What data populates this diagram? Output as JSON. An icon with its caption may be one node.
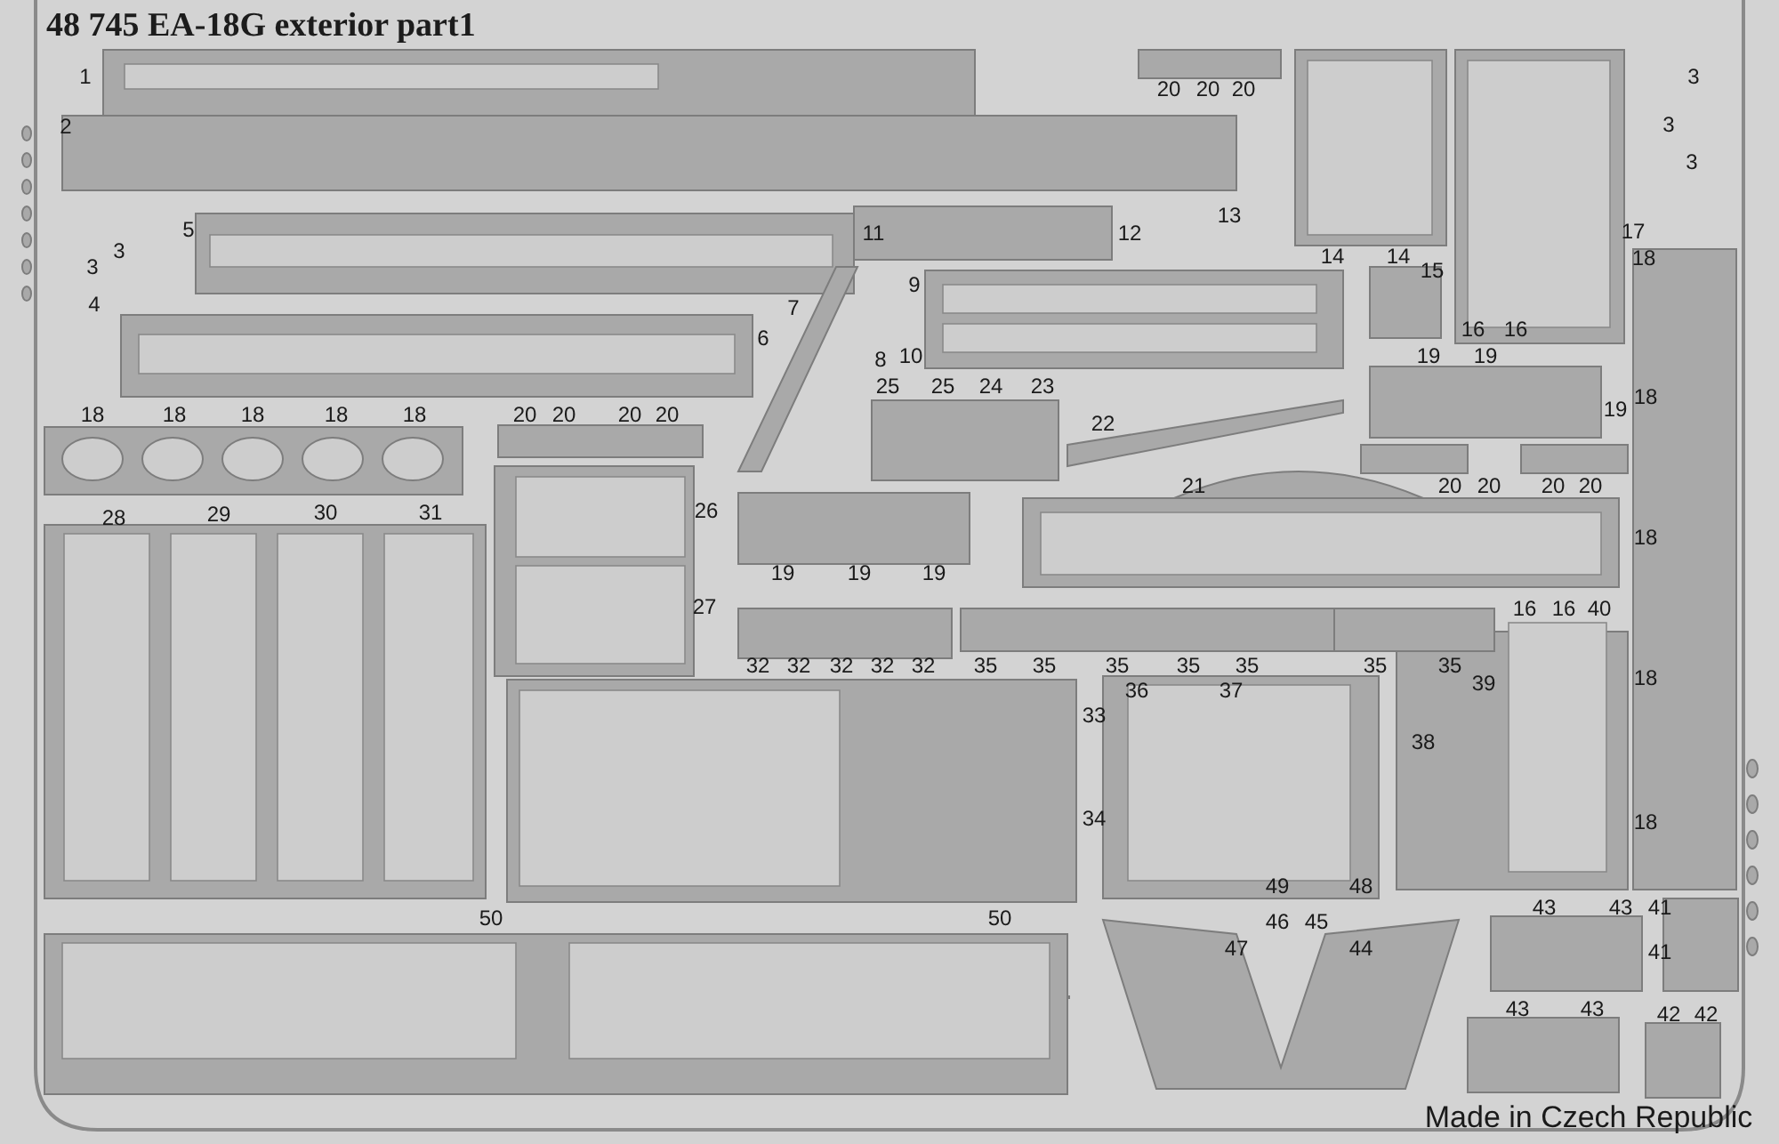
{
  "diagram": {
    "title": "48 745 EA-18G exterior part1",
    "labels": [
      "1",
      "20",
      "20",
      "20",
      "3",
      "2",
      "3",
      "3",
      "5",
      "11",
      "12",
      "13",
      "17",
      "3",
      "3",
      "14",
      "14",
      "18",
      "15",
      "9",
      "4",
      "7",
      "16",
      "16",
      "6",
      "8",
      "10",
      "19",
      "19",
      "25",
      "25",
      "24",
      "23",
      "19",
      "18",
      "18",
      "18",
      "18",
      "18",
      "18",
      "20",
      "20",
      "20",
      "20",
      "22",
      "21",
      "20",
      "20",
      "20",
      "20",
      "26",
      "28",
      "29",
      "30",
      "31",
      "18",
      "19",
      "19",
      "19",
      "27",
      "16",
      "16",
      "40",
      "32",
      "32",
      "32",
      "32",
      "32",
      "35",
      "35",
      "35",
      "35",
      "35",
      "35",
      "35",
      "36",
      "37",
      "39",
      "18",
      "33",
      "38",
      "34",
      "18",
      "49",
      "48",
      "50",
      "50",
      "46",
      "45",
      "43",
      "43",
      "41",
      "47",
      "44",
      "41",
      "43",
      "43",
      "42",
      "42",
      "Made in Czech Republic"
    ]
  }
}
